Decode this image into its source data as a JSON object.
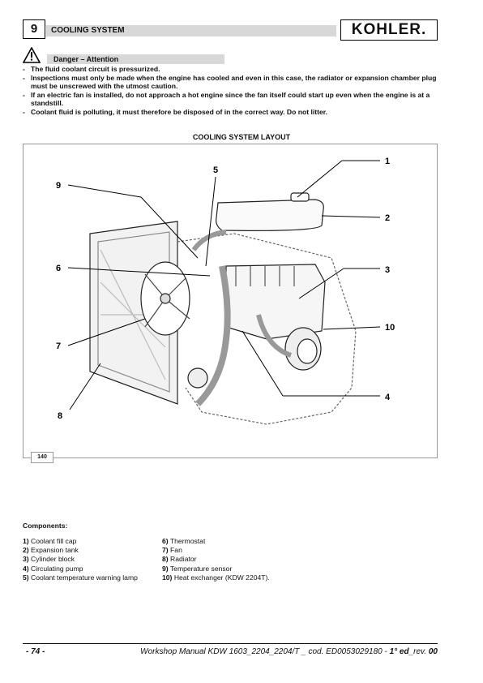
{
  "header": {
    "chapter_number": "9",
    "section_title": "COOLING SYSTEM",
    "logo_text": "KOHLER."
  },
  "warning": {
    "title": "Danger – Attention",
    "icon": "warning-triangle-icon",
    "items": [
      "The fluid coolant circuit is pressurized.",
      "Inspections must only be made when the engine has cooled and even in this case, the radiator or expansion chamber plug must be unscrewed with the utmost caution.",
      "If an electric fan is installed, do not approach a hot engine since the fan itself could start up even when the engine is at a standstill.",
      "Coolant fluid is polluting, it must therefore be disposed of in the correct way. Do not litter."
    ]
  },
  "figure": {
    "title": "COOLING  SYSTEM LAYOUT",
    "number": "140",
    "callouts": [
      "1",
      "2",
      "3",
      "4",
      "5",
      "6",
      "7",
      "8",
      "9",
      "10"
    ]
  },
  "components": {
    "title": "Components:",
    "left": [
      {
        "num": "1)",
        "label": "Coolant fill cap"
      },
      {
        "num": "2)",
        "label": "Expansion tank"
      },
      {
        "num": "3)",
        "label": "Cylinder block"
      },
      {
        "num": "4)",
        "label": "Circulating pump"
      },
      {
        "num": "5)",
        "label": "Coolant temperature warning lamp"
      }
    ],
    "right": [
      {
        "num": "6)",
        "label": "Thermostat"
      },
      {
        "num": "7)",
        "label": "Fan"
      },
      {
        "num": "8)",
        "label": "Radiator"
      },
      {
        "num": "9)",
        "label": "Temperature sensor"
      },
      {
        "num": "10)",
        "label": "Heat exchanger (KDW  2204T)."
      }
    ]
  },
  "footer": {
    "page": "- 74 -",
    "text_prefix": "Workshop Manual KDW 1603_2204_2204/T _ cod. ED0053029180 - ",
    "edition": "1° ed",
    "rev_prefix": "_rev. ",
    "rev": "00"
  }
}
